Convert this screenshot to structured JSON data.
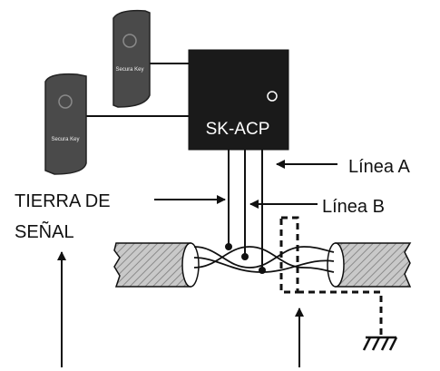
{
  "controller": {
    "label": "SK-ACP"
  },
  "readers": [
    {
      "brand": "Secura Key"
    },
    {
      "brand": "Secura Key"
    }
  ],
  "labels": {
    "line_a": "Línea A",
    "line_b": "Línea B",
    "signal_ground_1": "TIERRA DE",
    "signal_ground_2": "SEÑAL"
  },
  "colors": {
    "controller": "#1a1a1a",
    "reader": "#4a4a4a",
    "cable_shade": "#bdbdbd",
    "line": "#111111"
  },
  "icons": [
    "ground-symbol-icon",
    "arrow-icon"
  ]
}
